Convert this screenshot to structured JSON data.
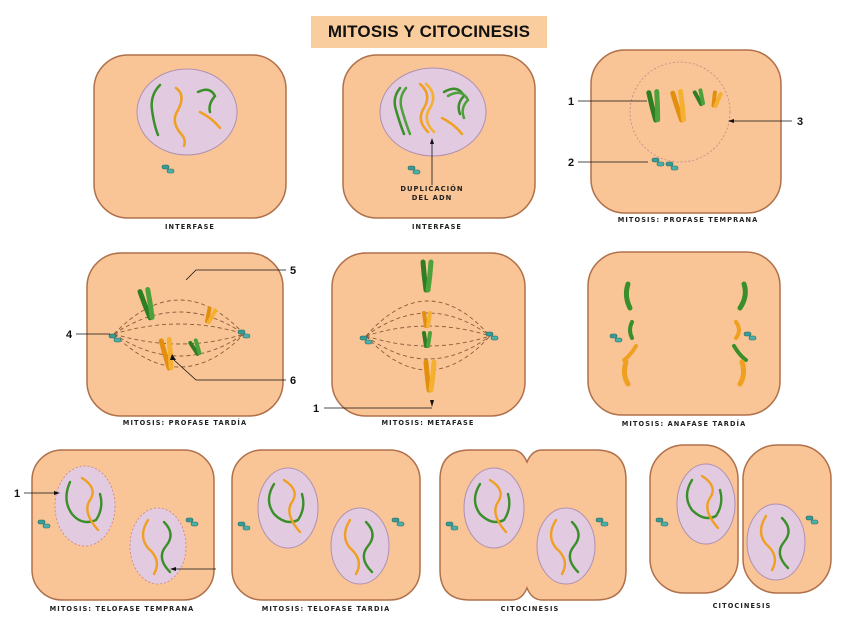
{
  "title": "MITOSIS Y CITOCINESIS",
  "captions": {
    "interfase_1": "INTERFASE",
    "interfase_2": "INTERFASE",
    "profase_temprana": "MITOSIS: PROFASE TEMPRANA",
    "profase_tardia": "MITOSIS: PROFASE TARDÍA",
    "metafase": "MITOSIS: METAFASE",
    "anafase_tardia": "MITOSIS: ANAFASE TARDÍA",
    "telofase_temprana": "MITOSIS: TELOFASE TEMPRANA",
    "telofase_tardia": "MITOSIS: TELOFASE TARDIA",
    "citocinesis_1": "CITOCINESIS",
    "citocinesis_2": "CITOCINESIS"
  },
  "annotations": {
    "duplicacion_line1": "DUPLICACIÓN",
    "duplicacion_line2": "DEL ADN"
  },
  "labels": {
    "pt_1": "1",
    "pt_2": "2",
    "pt_3": "3",
    "ptard_4": "4",
    "ptard_5": "5",
    "ptard_6": "6",
    "meta_1": "1",
    "telo_1": "1"
  },
  "colors": {
    "cell_fill": "#f9c596",
    "cell_stroke": "#b0704a",
    "nucleus_fill": "#e2cbe0",
    "nucleus_stroke": "#b08fb0",
    "chromosome_green": "#3b8f2a",
    "chromosome_orange": "#f0a020",
    "centriole": "#3a9a94",
    "spindle": "#8a5a3a",
    "title_bg": "#f9cd9d"
  }
}
